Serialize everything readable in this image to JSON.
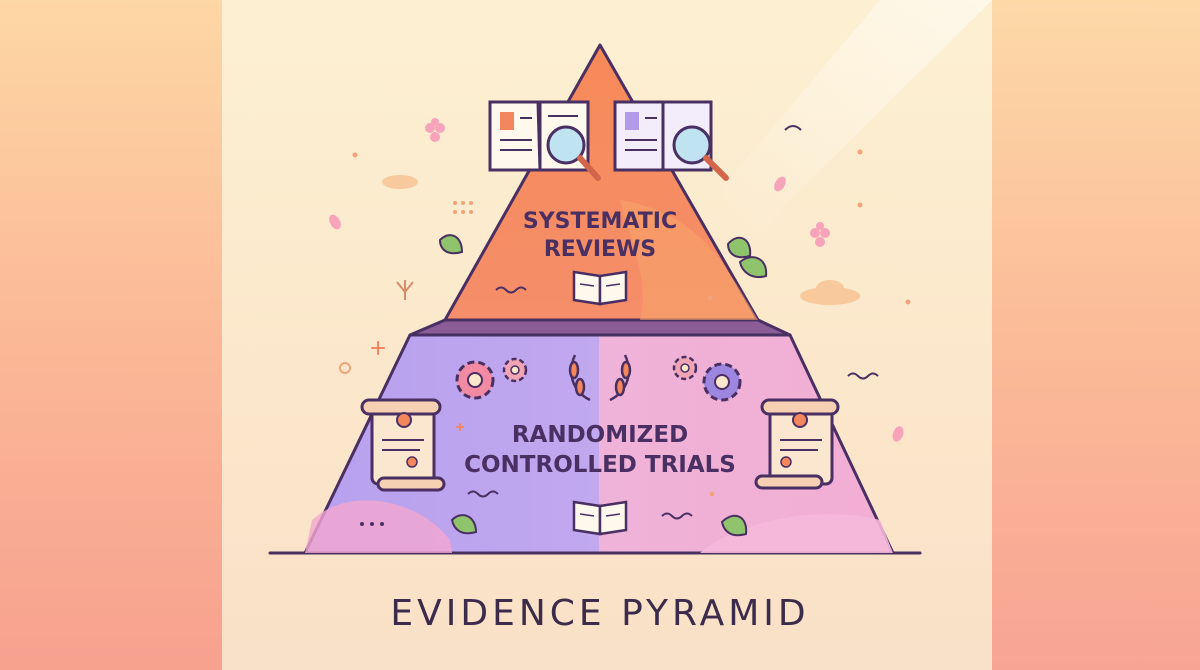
{
  "diagram": {
    "top_tier": {
      "label_line1": "SYSTEMATIC",
      "label_line2": "REVIEWS"
    },
    "bottom_tier": {
      "label_line1": "RANDOMIZED",
      "label_line2": "CONTROLLED TRIALS"
    },
    "caption": "EVIDENCE PYRAMID"
  },
  "colors": {
    "top_tier": "#f4885e",
    "bottom_tier_left": "#b8a2ee",
    "bottom_tier_right": "#f1b0d6",
    "outline": "#4a2f63"
  }
}
